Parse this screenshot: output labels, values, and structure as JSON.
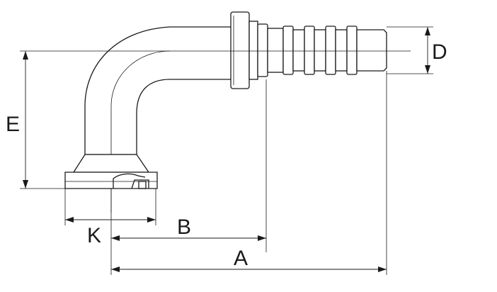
{
  "dimensions": {
    "a": "A",
    "b": "B",
    "d": "D",
    "e": "E",
    "k": "K"
  }
}
